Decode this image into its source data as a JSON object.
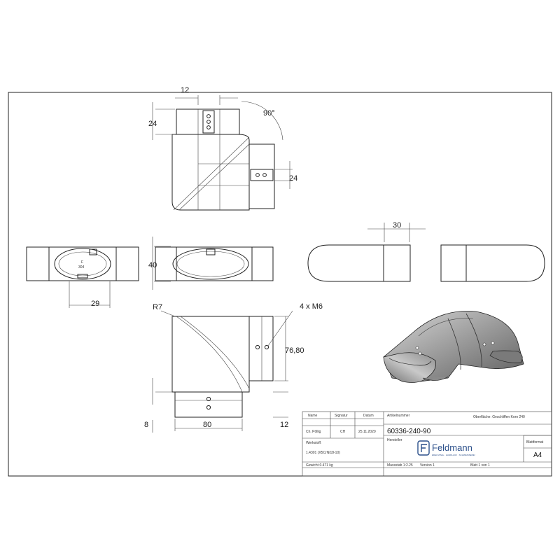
{
  "dimensions": {
    "top_width": "12",
    "top_height": "24",
    "angle": "90°",
    "right_height": "24",
    "end_depth": "30",
    "height": "40",
    "slot_width": "29",
    "radius": "R7",
    "holes": "4 x M6",
    "length": "76,80",
    "bottom_left": "8",
    "bottom_width": "80",
    "bottom_right": "12"
  },
  "end_marks": {
    "letter": "F",
    "material": "304"
  },
  "title_block": {
    "col_name": "Name",
    "col_signature": "Signatur",
    "col_date": "Datum",
    "name_value": "Ch. Pöllig",
    "signature_value": "CH",
    "date_value": "25.11.2020",
    "material_label": "Werkstoff:",
    "material_value": "1.4301 (X5CrNi18-10)",
    "weight": "Gewicht 0.471 kg",
    "article_label": "Artikelnummer",
    "article_number": "60336-240-90",
    "surface": "Oberfläche:  Geschliffen Korn 240",
    "maker_label": "Hersteller",
    "company_name": "Feldmann",
    "company_tagline": "EDELSTAHL · HANDLAUF · SCHWEISSERE!",
    "format_label": "Blattformat",
    "format_value": "A4",
    "scale": "Massstab 1:2.25",
    "version": "Version 1",
    "sheet": "Blatt 1 von 1"
  }
}
